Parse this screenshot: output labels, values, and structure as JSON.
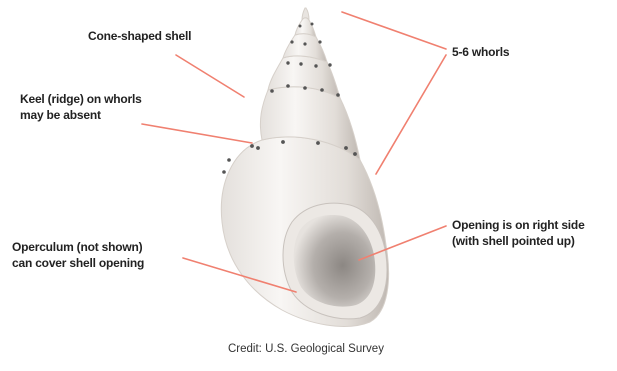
{
  "labels": {
    "cone_shaped_shell": "Cone-shaped shell",
    "whorls": "5-6 whorls",
    "keel_line1": "Keel (ridge) on whorls",
    "keel_line2": "may be absent",
    "operculum_line1": "Operculum (not shown)",
    "operculum_line2": "can cover shell opening",
    "opening_line1": "Opening is on right side",
    "opening_line2": "(with shell pointed up)"
  },
  "credit": "Credit: U.S. Geological Survey",
  "colors": {
    "leader_line": "#f08070",
    "shell_light": "#f4f1ee",
    "shell_shade": "#cdc7c2",
    "aperture_dark": "#8f8a86",
    "keel_dots": "#555555",
    "label_text": "#222222"
  }
}
